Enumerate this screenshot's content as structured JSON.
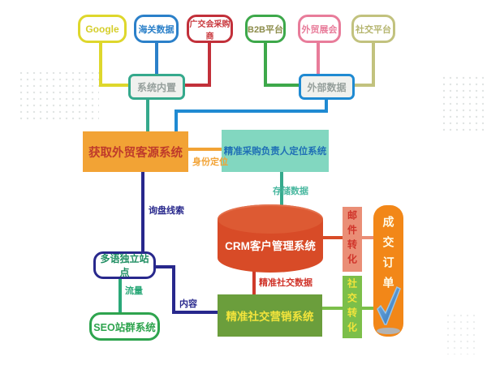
{
  "top_sources": [
    {
      "label": "Google",
      "color": "#ded72c",
      "text_color": "#d5ce2a"
    },
    {
      "label": "海关数据",
      "color": "#2b80c9",
      "text_color": "#2b80c9"
    },
    {
      "label": "广交会采购商",
      "color": "#c2303a",
      "text_color": "#c9383d"
    },
    {
      "label": "B2B平台",
      "color": "#3da84a",
      "text_color": "#8c8c4a"
    },
    {
      "label": "外贸展会",
      "color": "#e87c9a",
      "text_color": "#e87c9a"
    },
    {
      "label": "社交平台",
      "color": "#c2c27e",
      "text_color": "#b5b56e"
    }
  ],
  "aggregators": {
    "builtin": {
      "label": "系统内置",
      "border": "#35a98c"
    },
    "external": {
      "label": "外部数据",
      "border": "#1f8ad2"
    }
  },
  "systems": {
    "acquire": {
      "label": "获取外贸客源系统",
      "bg": "#f2a335",
      "text_color": "#bf3b2b"
    },
    "locator": {
      "label": "精准采购负责人定位系统",
      "bg": "#82d7c0",
      "text_color": "#1f6fb5"
    },
    "crm": {
      "label": "CRM客户管理系统",
      "bg": "#d84b27",
      "text_color": "#ffffff"
    },
    "multilang_site": {
      "label": "多语独立站点",
      "border": "#28288c",
      "text_color": "#1f8e62"
    },
    "seo": {
      "label": "SEO站群系统",
      "border": "#2ea44e",
      "text_color": "#2ea44e"
    },
    "social_marketing": {
      "label": "精准社交营销系统",
      "bg": "#6b9e3c",
      "text_color": "#f2e43c"
    },
    "email_conversion": {
      "label": "邮件转化",
      "bg": "#ea8e76",
      "text_color": "#d0342a"
    },
    "social_conversion": {
      "label": "社交转化",
      "bg": "#7cbf4a",
      "text_color": "#f2e43c"
    },
    "deal_order": {
      "label": "成交订单",
      "bg": "#f28718",
      "text_color": "#fffbe8",
      "check_icon": "checkmark"
    }
  },
  "edge_labels": {
    "identity": {
      "label": "身份定位",
      "color": "#f2a335"
    },
    "store_data": {
      "label": "存储数据",
      "color": "#4ab8a0"
    },
    "inquiry": {
      "label": "询盘线索",
      "color": "#28288c"
    },
    "traffic": {
      "label": "流量",
      "color": "#2aa878"
    },
    "content": {
      "label": "内容",
      "color": "#28288c"
    },
    "social_data": {
      "label": "精准社交数据",
      "color": "#d0342a"
    }
  }
}
